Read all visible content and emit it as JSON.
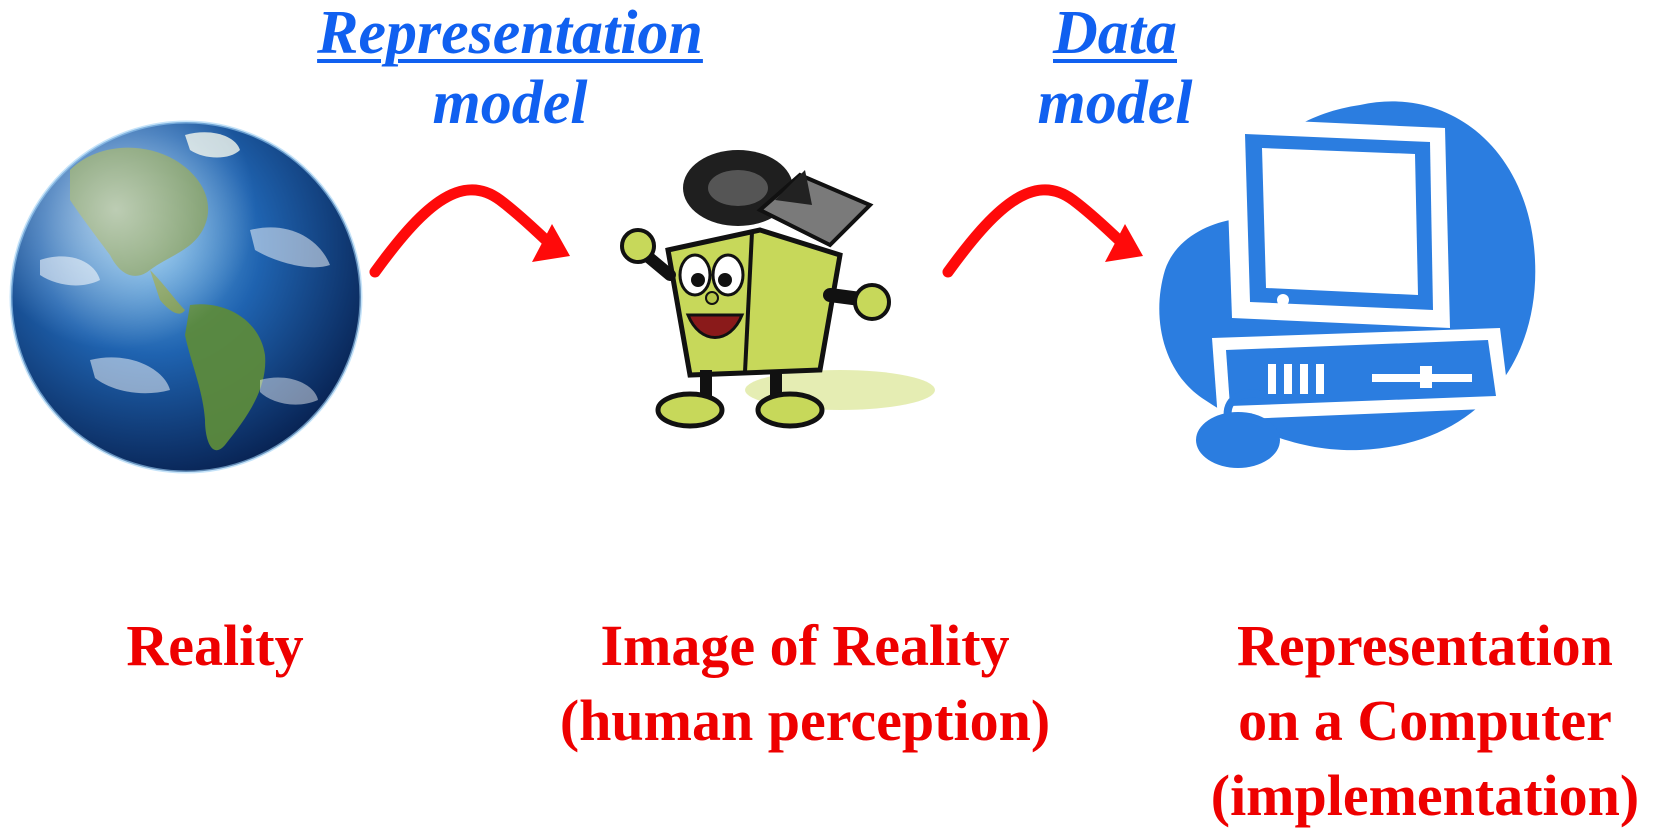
{
  "model_labels": {
    "representation": {
      "line1": "Representation",
      "line2": "model"
    },
    "data": {
      "line1": "Data",
      "line2": "model"
    }
  },
  "captions": {
    "reality": {
      "line1": "Reality"
    },
    "image": {
      "line1": "Image of Reality",
      "line2": "(human perception)"
    },
    "computer": {
      "line1": "Representation",
      "line2": "on a Computer",
      "line3": "(implementation)"
    }
  },
  "colors": {
    "label_blue": "#1060f0",
    "caption_red": "#ee0000",
    "arrow_red": "#ff0a0a",
    "computer_blue": "#2b7de0",
    "mascot_green": "#c7d85a"
  },
  "icons": {
    "earth": "earth-globe-icon",
    "mascot": "box-mascot-icon",
    "computer": "desktop-computer-icon"
  }
}
